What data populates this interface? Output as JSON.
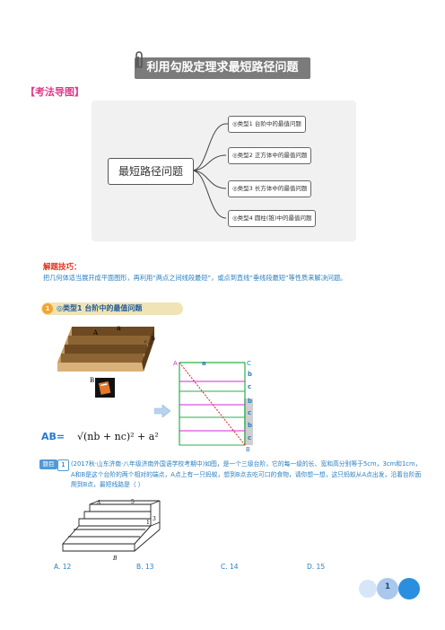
{
  "title": "利用勾股定理求最短路径问题",
  "section_title": "【考法导图】",
  "mindmap": {
    "center": "最短路径问题",
    "branches": [
      "◎类型1  台阶中的最值问题",
      "◎类型2  正方体中的最值问题",
      "◎类型3  长方体中的最值问题",
      "◎类型4  圆柱(锥)中的最值问题"
    ]
  },
  "tips": {
    "heading": "解题技巧：",
    "body": "把几何体适当展开成平面图形，再利用“两点之间线段最短”，或点到直线“垂线段最短”等性质来解决问题。"
  },
  "type1": {
    "num": "1",
    "label": "◎类型1  台阶中的最值问题"
  },
  "stairs_fig": {
    "a": "a",
    "b": "b",
    "c": "c",
    "A": "A",
    "B": "B"
  },
  "unfold_fig": {
    "A": "A",
    "a": "a",
    "C": "C",
    "B": "B",
    "labels": [
      "b",
      "c",
      "b",
      "c",
      "b",
      "c"
    ]
  },
  "formula": {
    "lhs": "AB=",
    "expr": "√(nb + nc)² + a²"
  },
  "question": {
    "tag": "题目",
    "num": "1",
    "text": "(2017秋·山东济南·八年级济南外国语学校考期中)如图，是一个三级台阶，它的每一级的长、宽和高分别等于5cm，3cm和1cm，A和B是这个台阶的两个相对的端点，A点上有一只蚂蚁，想到B点去吃可口的食物，请你想一想，这只蚂蚁从A点出发，沿着台阶面爬到B点，最短线路是（     ）"
  },
  "question_fig": {
    "A": "A",
    "five": "5",
    "three": "3",
    "one": "1",
    "B": "B"
  },
  "answers": [
    "A. 12",
    "B. 13",
    "C. 14",
    "D. 15"
  ],
  "page_number": "1"
}
